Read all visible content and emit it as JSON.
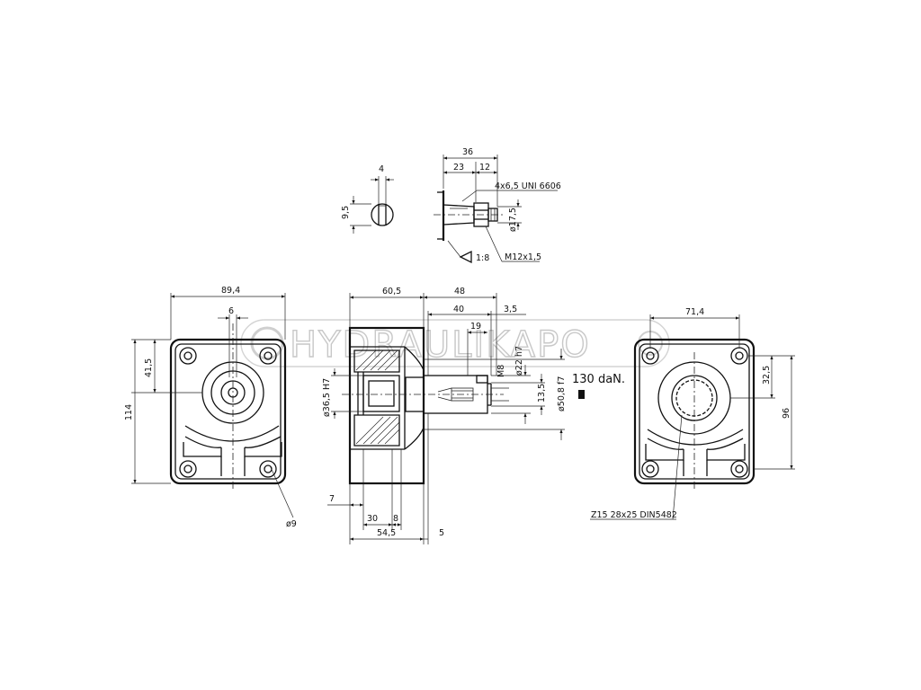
{
  "watermark": "HYDRAULIKAPO",
  "detail_key": {
    "width": "4",
    "height": "9,5"
  },
  "detail_shaft": {
    "total": "36",
    "part_a": "23",
    "part_b": "12",
    "key_spec": "4x6,5 UNI 6606",
    "diameter": "ø17,5",
    "taper": "1:8",
    "thread": "M12x1,5"
  },
  "front_view": {
    "width": "89,4",
    "bolt_offset": "6",
    "shaft_height": "41,5",
    "total_height": "114",
    "hole_dia": "ø9"
  },
  "side_view": {
    "body_length": "60,5",
    "shaft_length": "48",
    "shaft_len2": "40",
    "shoulder": "3,5",
    "key_len": "19",
    "bore": "ø36,5 H7",
    "thread": "M8",
    "shaft_dia": "ø22 h7",
    "key_height": "13,5",
    "pilot": "ø50,8 f7",
    "flange_a": "7",
    "flange_b": "30",
    "flange_c": "8",
    "overall": "54,5",
    "end_gap": "5",
    "load": "130 daN."
  },
  "rear_view": {
    "bolt_spacing": "71,4",
    "shaft_height": "32,5",
    "total_height": "96",
    "spline": "Z15  28x25  DIN5482"
  }
}
